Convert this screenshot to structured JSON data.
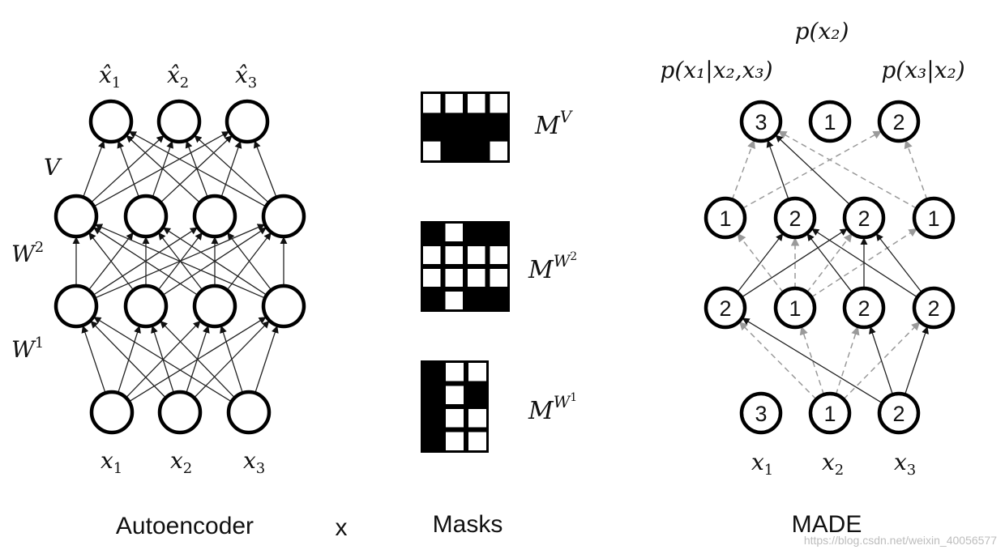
{
  "autoencoder": {
    "caption": "Autoencoder",
    "outputs": [
      "x̂",
      "x̂",
      "x̂"
    ],
    "output_subs": [
      "1",
      "2",
      "3"
    ],
    "inputs": [
      "x",
      "x",
      "x"
    ],
    "input_subs": [
      "1",
      "2",
      "3"
    ],
    "layer_labels": {
      "v": "V",
      "w2": "W",
      "w2_sup": "2",
      "w1": "W",
      "w1_sup": "1"
    }
  },
  "separator": "x",
  "masks": {
    "caption": "Masks",
    "mv": {
      "base": "M",
      "sup": "V"
    },
    "mw2": {
      "base": "M",
      "sup": "W",
      "subsup": "2"
    },
    "mw1": {
      "base": "M",
      "sup": "W",
      "subsup": "1"
    }
  },
  "made": {
    "caption": "MADE",
    "output_degrees": [
      "3",
      "1",
      "2"
    ],
    "hidden2_degrees": [
      "1",
      "2",
      "2",
      "1"
    ],
    "hidden1_degrees": [
      "2",
      "1",
      "2",
      "2"
    ],
    "input_degrees": [
      "3",
      "1",
      "2"
    ],
    "inputs": [
      "x",
      "x",
      "x"
    ],
    "input_subs": [
      "1",
      "2",
      "3"
    ],
    "prob_top": "p(x₂)",
    "prob_left": "p(x₁|x₂,x₃)",
    "prob_right": "p(x₃|x₂)"
  },
  "watermark": "https://blog.csdn.net/weixin_40056577"
}
